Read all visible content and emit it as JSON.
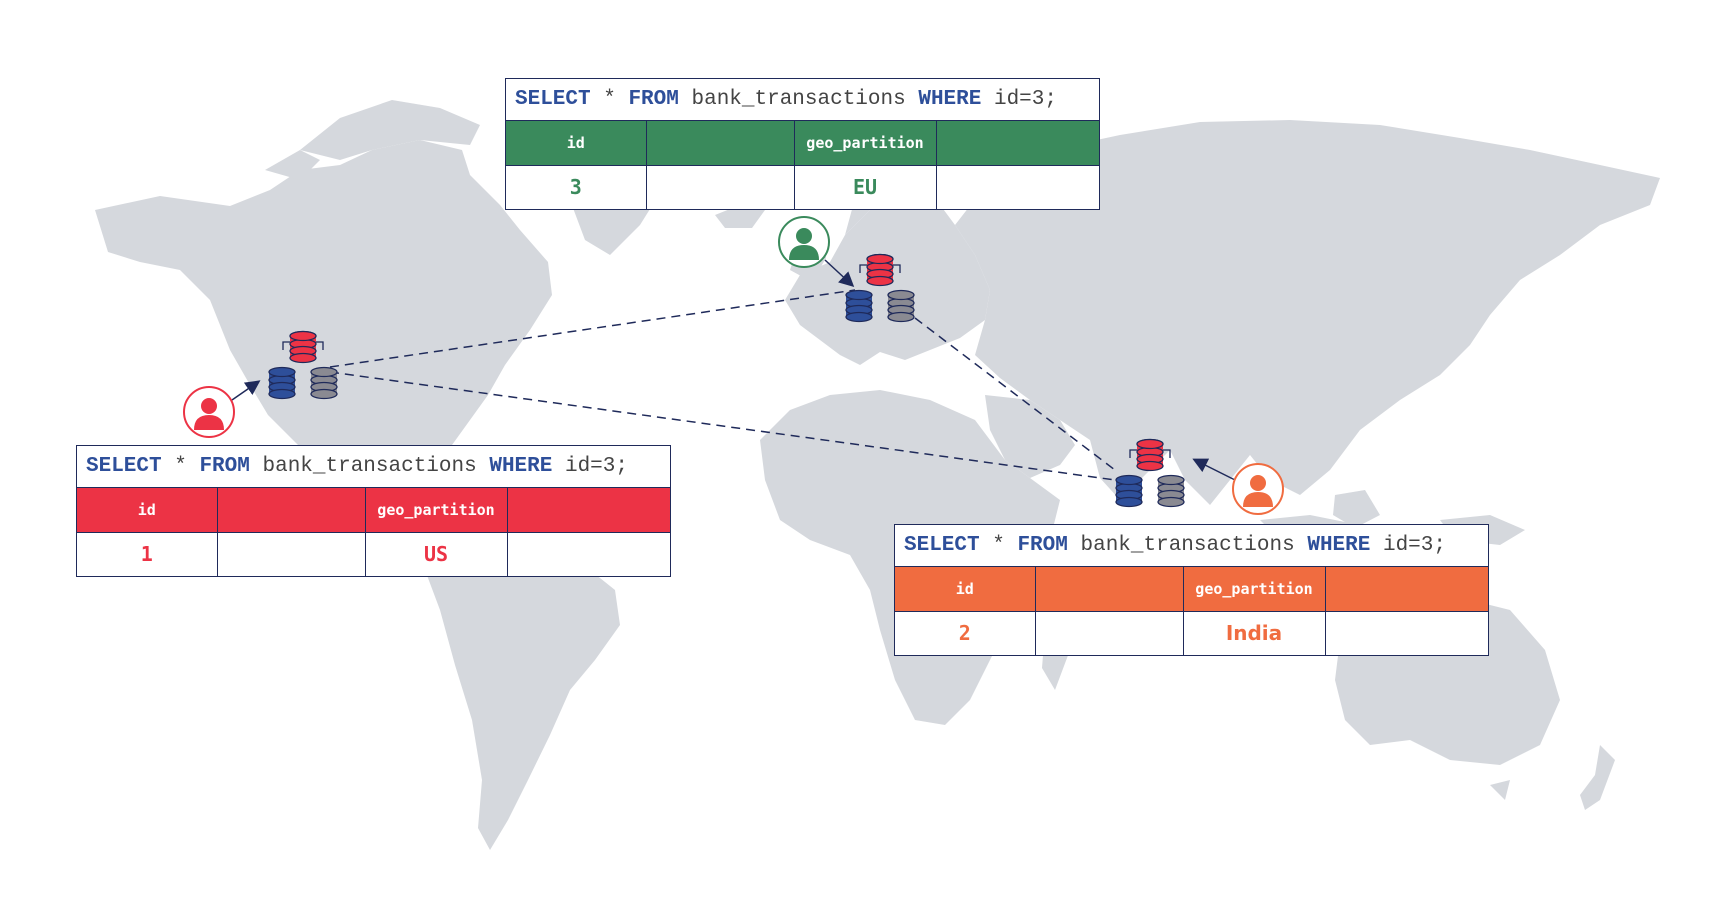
{
  "colors": {
    "eu": "#3a8a5c",
    "us": "#ec3345",
    "india": "#f06c40",
    "keyword": "#2e4f9a",
    "db_red": "#ec3345",
    "db_blue": "#2e4f9a",
    "db_gray": "#8a8a92",
    "map": "#d5d8dd"
  },
  "query": {
    "select": "SELECT",
    "star": "*",
    "from": "FROM",
    "table": "bank_transactions",
    "where": "WHERE",
    "condition": "id=3;"
  },
  "regions": {
    "eu": {
      "col_id": "id",
      "col_blank": "",
      "col_geo": "geo_partition",
      "col_blank2": "",
      "id_value": "3",
      "geo_value": "EU"
    },
    "us": {
      "col_id": "id",
      "col_blank": "",
      "col_geo": "geo_partition",
      "col_blank2": "",
      "id_value": "1",
      "geo_value": "US"
    },
    "india": {
      "col_id": "id",
      "col_blank": "",
      "col_geo": "geo_partition",
      "col_blank2": "",
      "id_value": "2",
      "geo_value": "India"
    }
  },
  "icons": [
    "user-icon",
    "database-cluster-icon",
    "world-map"
  ]
}
